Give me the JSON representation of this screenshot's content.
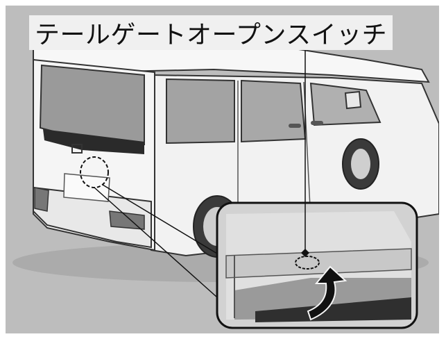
{
  "figure": {
    "label": "テールゲートオープンスイッチ",
    "colors": {
      "background": "#bdbdbd",
      "label_bg": "#f0f0f0",
      "vehicle_body": "#f4f4f4",
      "glass": "#9a9a9a",
      "outline": "#333333",
      "callout_border": "#111111",
      "arrow": "#111111"
    },
    "icons": [
      "minivan-rear-view",
      "switch-location-circle",
      "magnified-detail-inset",
      "lift-arrow"
    ]
  }
}
